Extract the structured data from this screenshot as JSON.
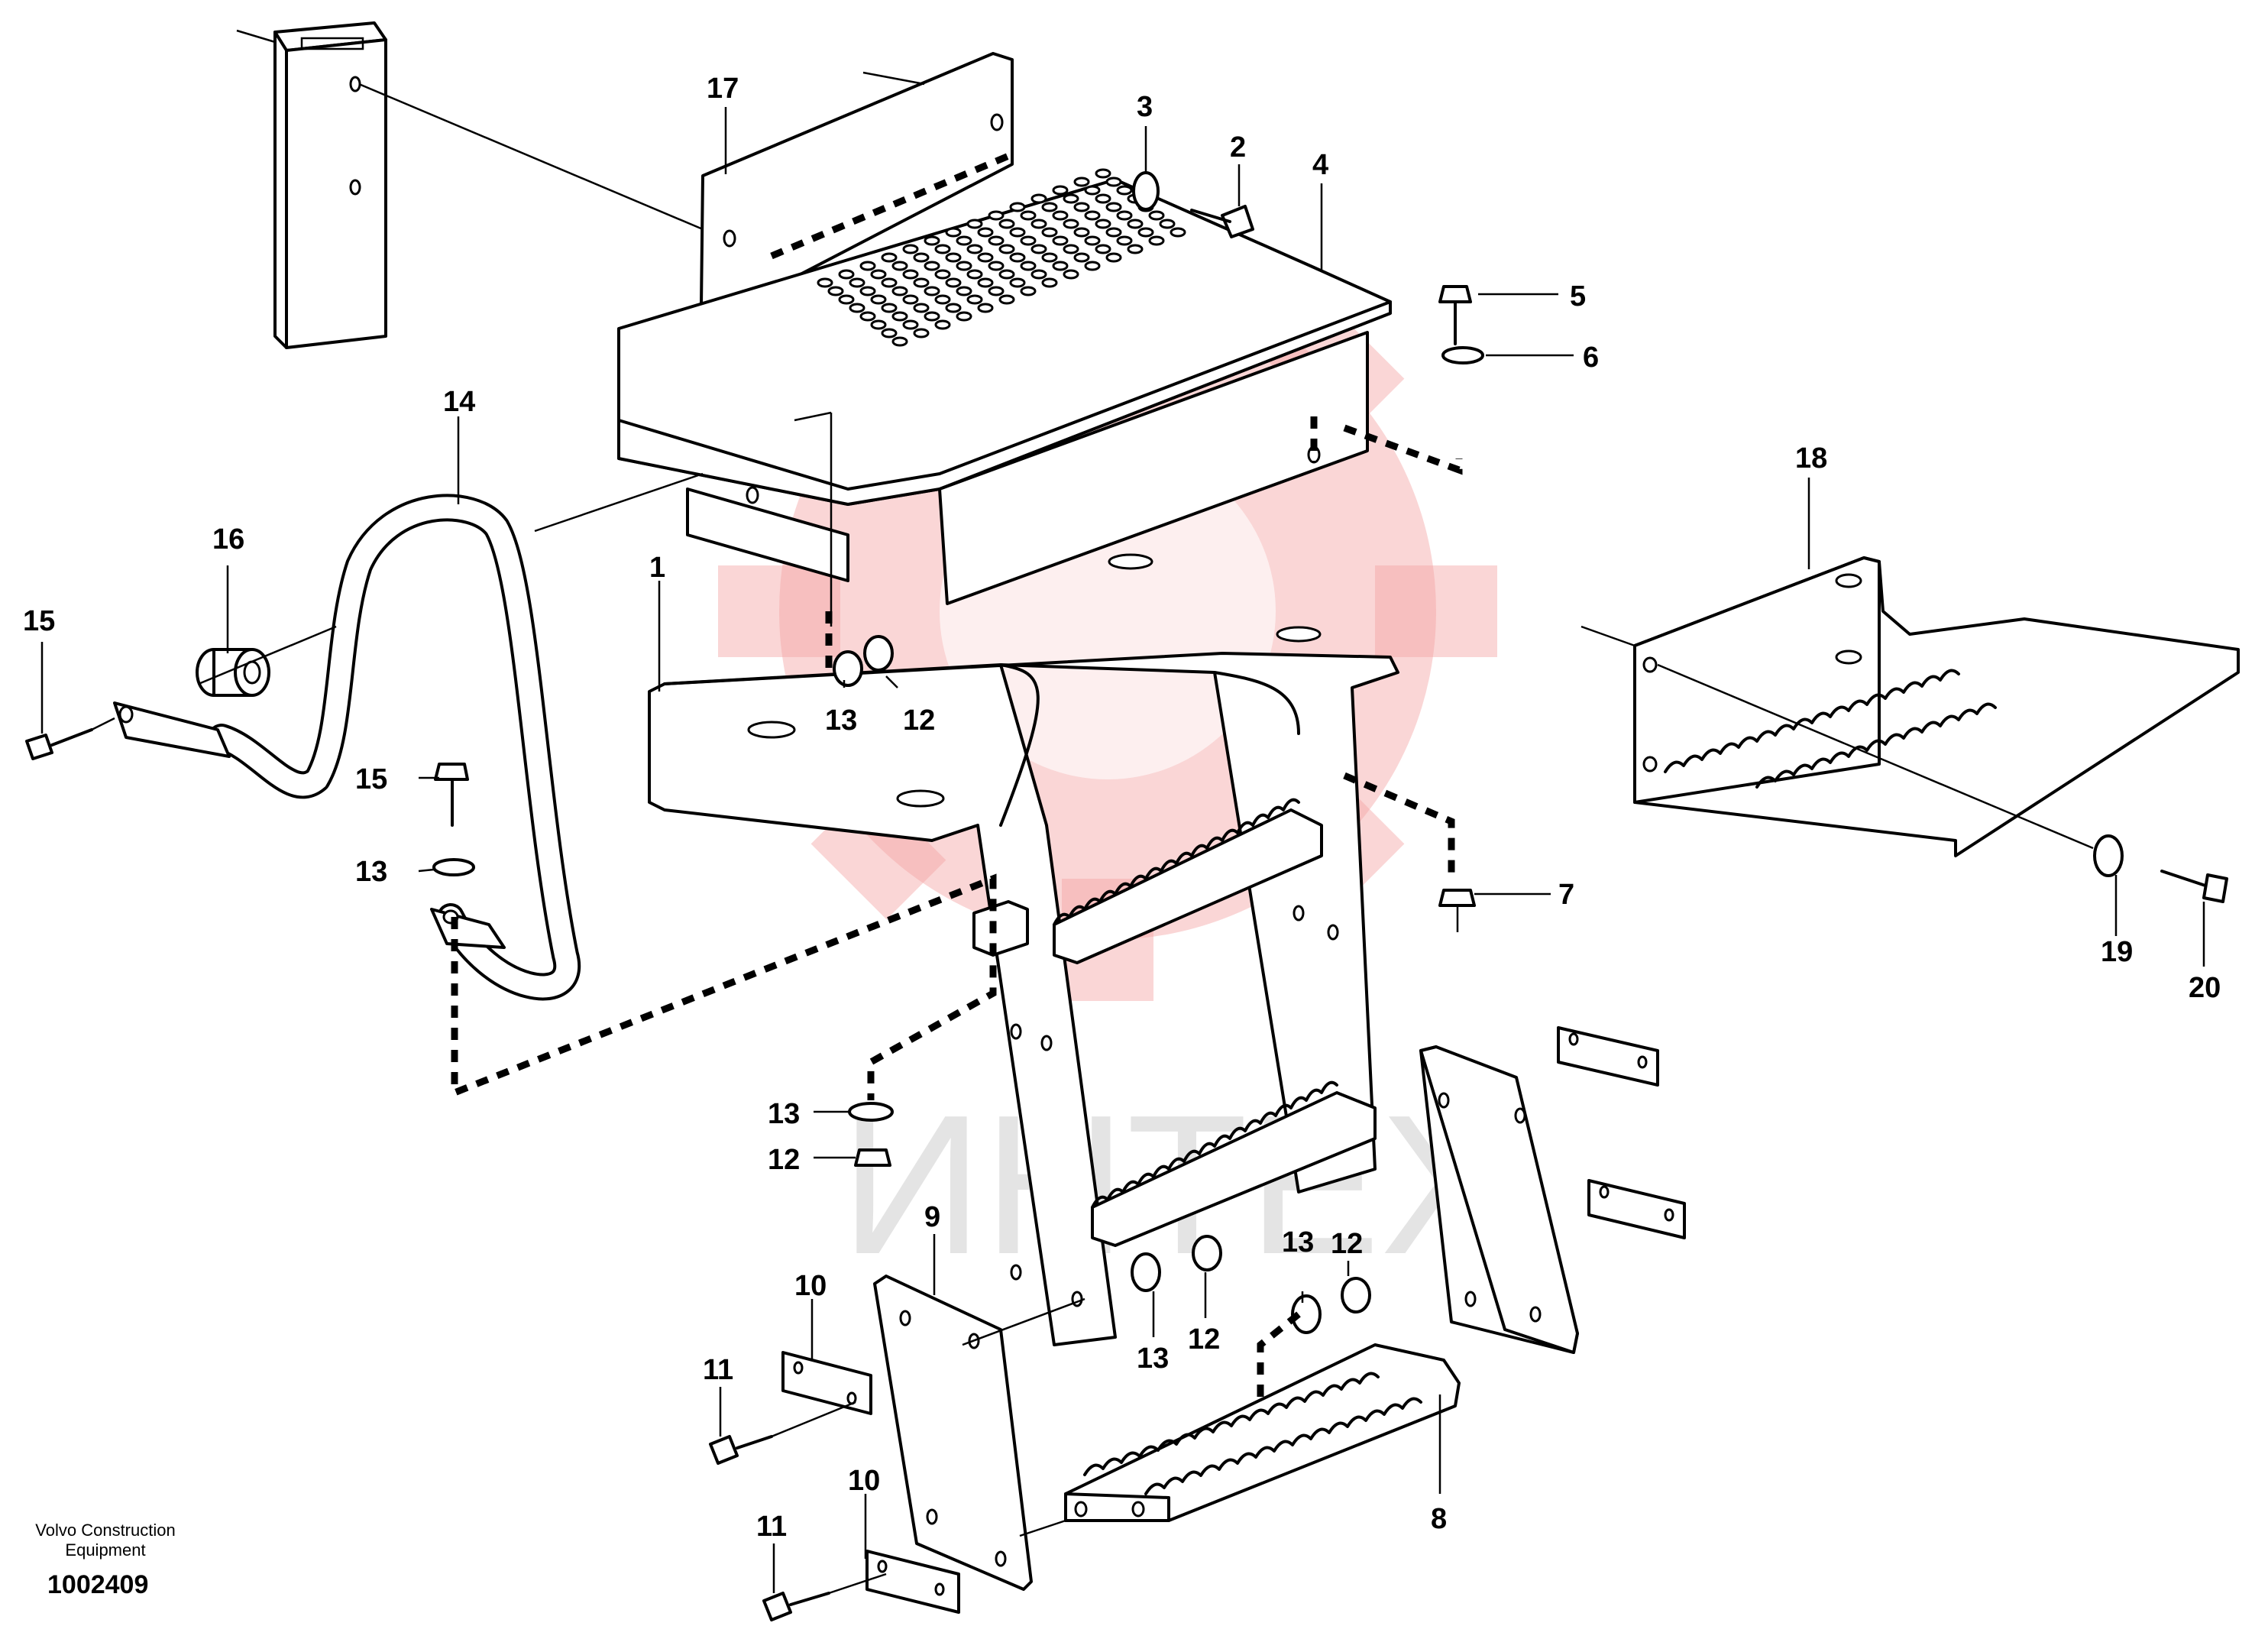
{
  "caption": {
    "line1": "Volvo Construction",
    "line2": "Equipment",
    "doc_number": "1002409"
  },
  "watermark_text": "ИНТЕХ",
  "callouts": [
    {
      "id": "c1",
      "label": "1"
    },
    {
      "id": "c2",
      "label": "2"
    },
    {
      "id": "c3",
      "label": "3"
    },
    {
      "id": "c4",
      "label": "4"
    },
    {
      "id": "c5",
      "label": "5"
    },
    {
      "id": "c6",
      "label": "6"
    },
    {
      "id": "c7",
      "label": "7"
    },
    {
      "id": "c8",
      "label": "8"
    },
    {
      "id": "c9",
      "label": "9"
    },
    {
      "id": "c10a",
      "label": "10"
    },
    {
      "id": "c10b",
      "label": "10"
    },
    {
      "id": "c11a",
      "label": "11"
    },
    {
      "id": "c11b",
      "label": "11"
    },
    {
      "id": "c12a",
      "label": "12"
    },
    {
      "id": "c12b",
      "label": "12"
    },
    {
      "id": "c12c",
      "label": "12"
    },
    {
      "id": "c12d",
      "label": "12"
    },
    {
      "id": "c13a",
      "label": "13"
    },
    {
      "id": "c13b",
      "label": "13"
    },
    {
      "id": "c13c",
      "label": "13"
    },
    {
      "id": "c13d",
      "label": "13"
    },
    {
      "id": "c13e",
      "label": "13"
    },
    {
      "id": "c14",
      "label": "14"
    },
    {
      "id": "c15a",
      "label": "15"
    },
    {
      "id": "c15b",
      "label": "15"
    },
    {
      "id": "c16",
      "label": "16"
    },
    {
      "id": "c17",
      "label": "17"
    },
    {
      "id": "c18",
      "label": "18"
    },
    {
      "id": "c19",
      "label": "19"
    },
    {
      "id": "c20",
      "label": "20"
    }
  ]
}
